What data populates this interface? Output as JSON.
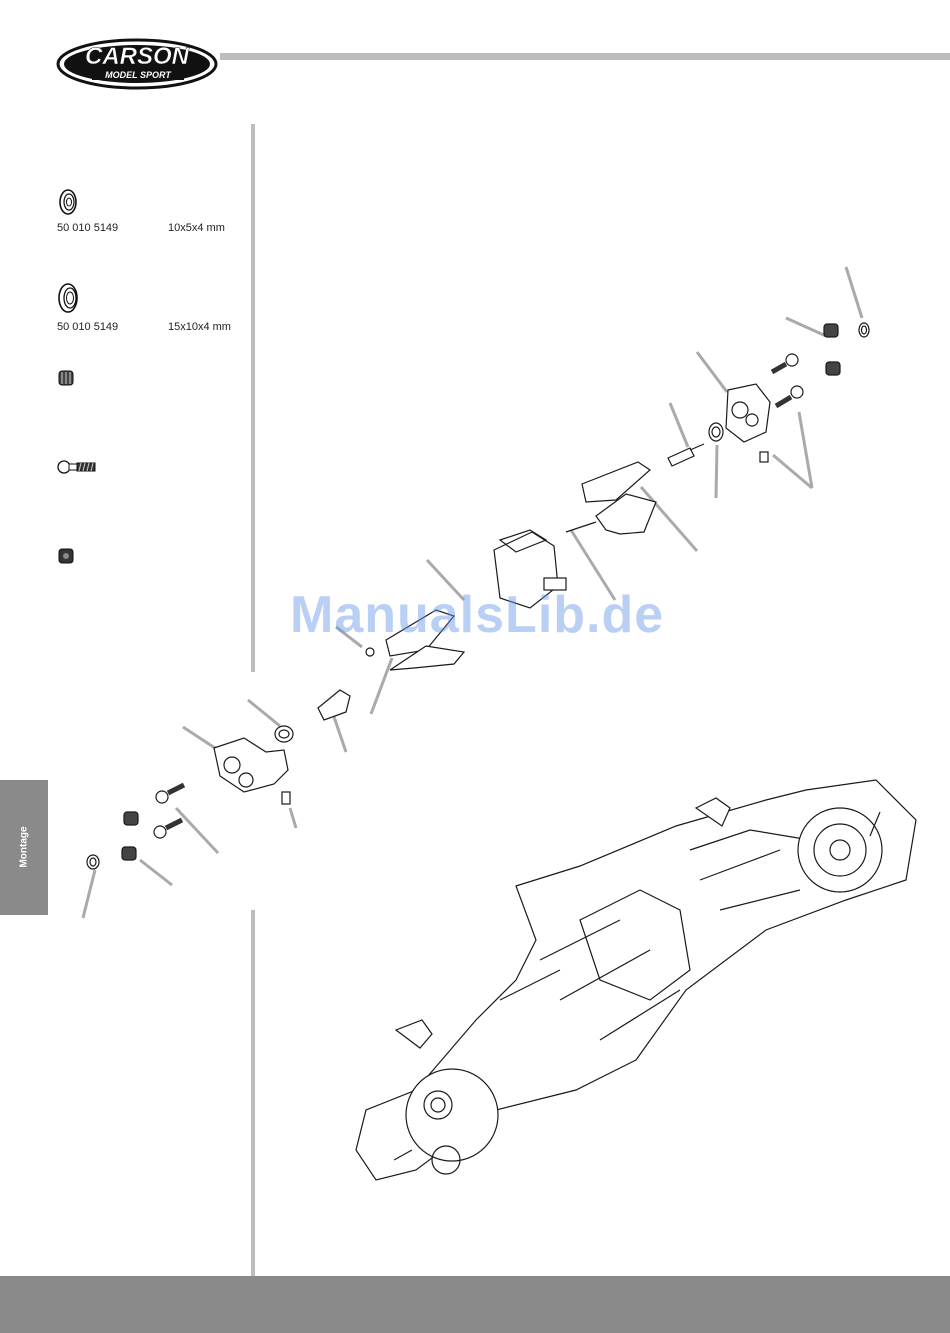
{
  "logo": {
    "brand": "CARSON",
    "tagline": "MODEL SPORT"
  },
  "side_tab": {
    "label": "Montage"
  },
  "parts": [
    {
      "number": "50 010 5149",
      "size": "10x5x4 mm",
      "icon": "ball-bearing-small-icon"
    },
    {
      "number": "50 010 5149",
      "size": "15x10x4 mm",
      "icon": "ball-bearing-large-icon"
    },
    {
      "icon": "lock-nut-icon"
    },
    {
      "icon": "ball-stud-icon"
    },
    {
      "icon": "nut-icon"
    }
  ],
  "watermark": "ManualsLib.de",
  "colors": {
    "rule": "#bdbdbd",
    "tab": "#8a8a8a",
    "line": "#1a1a1a",
    "watermark": "#6496e6"
  }
}
